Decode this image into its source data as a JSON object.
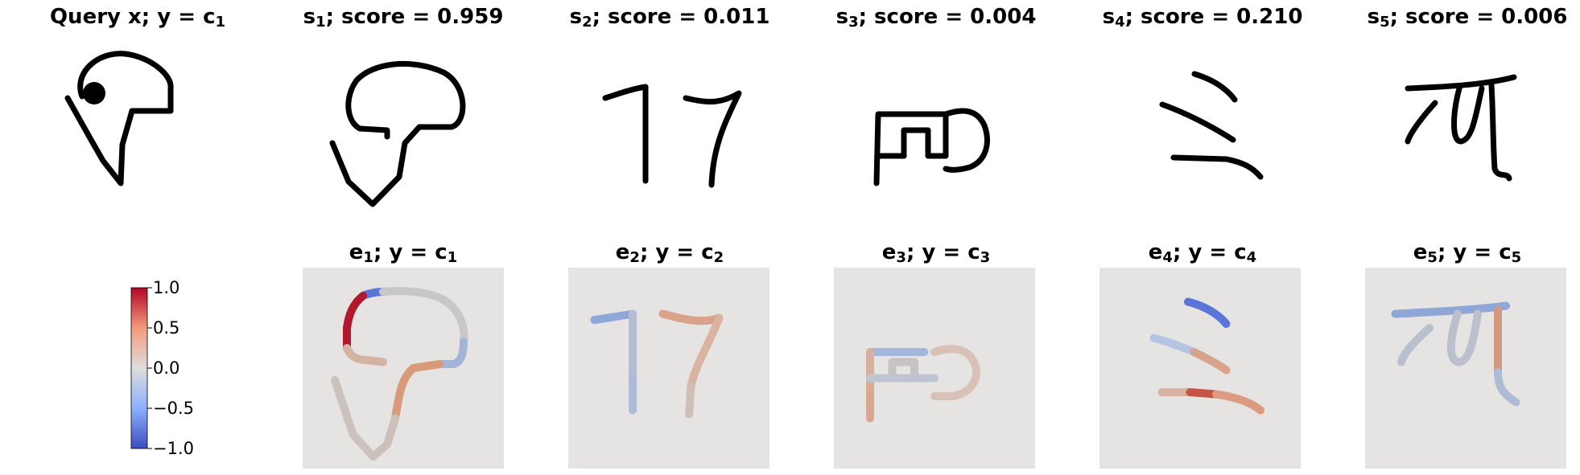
{
  "top_row": [
    {
      "name": "Query x",
      "label": "y",
      "class_id": "c",
      "class_sub": "1"
    },
    {
      "symbol": "s",
      "sub": "1",
      "score_label": "score",
      "score": "0.959"
    },
    {
      "symbol": "s",
      "sub": "2",
      "score_label": "score",
      "score": "0.011"
    },
    {
      "symbol": "s",
      "sub": "3",
      "score_label": "score",
      "score": "0.004"
    },
    {
      "symbol": "s",
      "sub": "4",
      "score_label": "score",
      "score": "0.210"
    },
    {
      "symbol": "s",
      "sub": "5",
      "score_label": "score",
      "score": "0.006"
    }
  ],
  "bottom_row": [
    {
      "symbol": "e",
      "sub": "1",
      "label": "y",
      "class_id": "c",
      "class_sub": "1"
    },
    {
      "symbol": "e",
      "sub": "2",
      "label": "y",
      "class_id": "c",
      "class_sub": "2"
    },
    {
      "symbol": "e",
      "sub": "3",
      "label": "y",
      "class_id": "c",
      "class_sub": "3"
    },
    {
      "symbol": "e",
      "sub": "4",
      "label": "y",
      "class_id": "c",
      "class_sub": "4"
    },
    {
      "symbol": "e",
      "sub": "5",
      "label": "y",
      "class_id": "c",
      "class_sub": "5"
    }
  ],
  "colorbar": {
    "ticks": [
      "1.0",
      "0.5",
      "0.0",
      "−0.5",
      "−1.0"
    ],
    "colormap": "coolwarm",
    "colors": {
      "high": "#b40426",
      "mid": "#dddddd",
      "low": "#3b4cc0"
    }
  },
  "colors": {
    "panel_background": "#e6e4e3",
    "stroke": "#000000"
  }
}
